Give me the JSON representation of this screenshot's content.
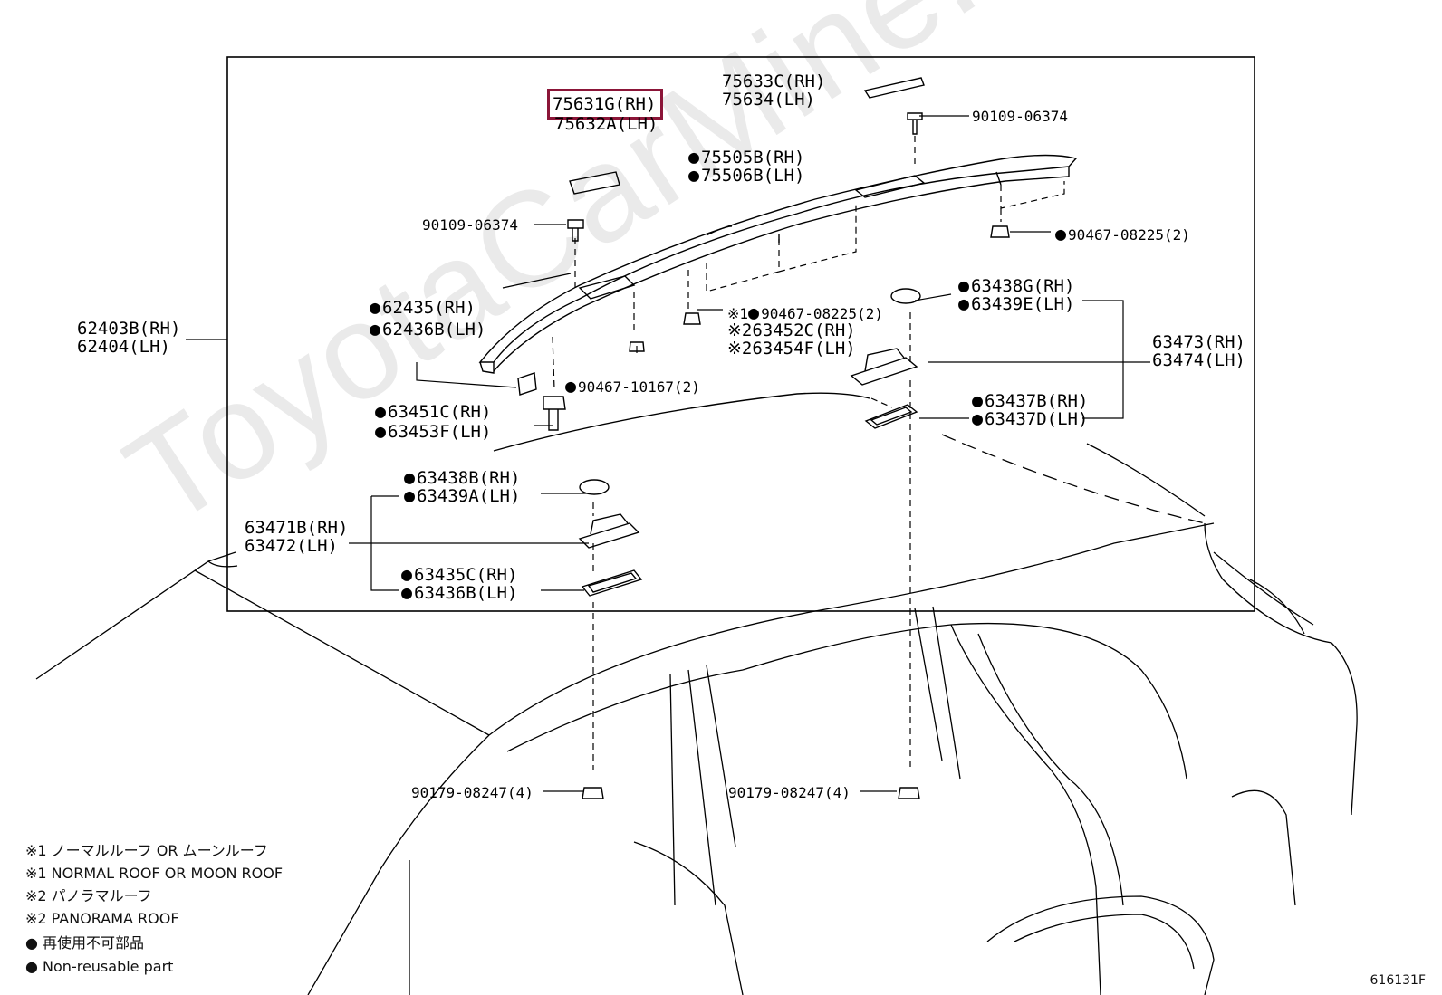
{
  "highlight_color": "#8b1538",
  "watermark": "ToyotaCarMine.ru",
  "figure_id": "616131F",
  "highlighted_part": "75631G(RH)",
  "callouts": {
    "p75631G": "75631G(RH)",
    "p75632A": "75632A(LH)",
    "p75633C": "75633C(RH)",
    "p75634": "75634(LH)",
    "p90109_top": "90109-06374",
    "p90109_left": "90109-06374",
    "p75505B": "75505B(RH)",
    "p75506B": "75506B(LH)",
    "p90467_08225_right": "90467-08225(2)",
    "p62435": "62435(RH)",
    "p62436B": "62436B(LH)",
    "p62403B": "62403B(RH)",
    "p62404": "62404(LH)",
    "note1_mark": "※1",
    "p90467_08225_mid": "90467-08225(2)",
    "note2_mark_a": "※2",
    "p63452C": "63452C(RH)",
    "note2_mark_b": "※2",
    "p63454F": "63454F(LH)",
    "p90467_10167": "90467-10167(2)",
    "p63438G": "63438G(RH)",
    "p63439E": "63439E(LH)",
    "p63473": "63473(RH)",
    "p63474": "63474(LH)",
    "p63451C": "63451C(RH)",
    "p63453F": "63453F(LH)",
    "p63437B": "63437B(RH)",
    "p63437D": "63437D(LH)",
    "p63438B": "63438B(RH)",
    "p63439A": "63439A(LH)",
    "p63471B": "63471B(RH)",
    "p63472": "63472(LH)",
    "p63435C": "63435C(RH)",
    "p63436B": "63436B(LH)",
    "p90179_left": "90179-08247(4)",
    "p90179_right": "90179-08247(4)"
  },
  "legend": [
    "※1 ノーマルルーフ  OR  ムーンルーフ",
    "※1 NORMAL ROOF OR MOON ROOF",
    "※2 パノラマルーフ",
    "※2 PANORAMA ROOF",
    "● 再使用不可部品",
    "● Non-reusable part"
  ],
  "icons": {
    "bullet": "●",
    "part-shapes": [
      "bolt-icon",
      "clip-icon",
      "nut-icon",
      "pad-icon",
      "bracket-icon",
      "cover-icon",
      "seal-icon"
    ]
  }
}
